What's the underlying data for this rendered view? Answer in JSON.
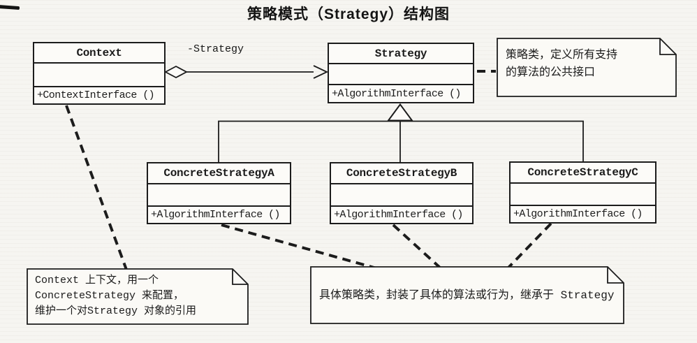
{
  "title": "策略模式（Strategy）结构图",
  "association": {
    "label": "-Strategy"
  },
  "classes": {
    "context": {
      "name": "Context",
      "method": "+ContextInterface ()"
    },
    "strategy": {
      "name": "Strategy",
      "method": "+AlgorithmInterface ()"
    },
    "concrete_a": {
      "name": "ConcreteStrategyA",
      "method": "+AlgorithmInterface ()"
    },
    "concrete_b": {
      "name": "ConcreteStrategyB",
      "method": "+AlgorithmInterface ()"
    },
    "concrete_c": {
      "name": "ConcreteStrategyC",
      "method": "+AlgorithmInterface ()"
    }
  },
  "notes": {
    "strategy_note": "策略类，定义所有支持\n的算法的公共接口",
    "context_note": "Context 上下文，用一个\nConcreteStrategy 来配置，\n维护一个对Strategy 对象的引用",
    "concrete_note": "具体策略类，封装了具体的算法或行为，继承于 Strategy"
  },
  "relationships": [
    {
      "from": "Context",
      "to": "Strategy",
      "type": "aggregation",
      "label": "-Strategy"
    },
    {
      "from": "ConcreteStrategyA",
      "to": "Strategy",
      "type": "inheritance"
    },
    {
      "from": "ConcreteStrategyB",
      "to": "Strategy",
      "type": "inheritance"
    },
    {
      "from": "ConcreteStrategyC",
      "to": "Strategy",
      "type": "inheritance"
    },
    {
      "from": "strategy_note",
      "to": "Strategy",
      "type": "note-attachment"
    },
    {
      "from": "context_note",
      "to": "Context",
      "type": "note-attachment"
    },
    {
      "from": "concrete_note",
      "to": "ConcreteStrategyA,ConcreteStrategyB,ConcreteStrategyC",
      "type": "note-attachment"
    }
  ],
  "icons": {
    "aggregation": "open-diamond",
    "navigability": "open-arrowhead",
    "inheritance": "hollow-triangle",
    "note_corner": "folded-corner"
  },
  "colors": {
    "background": "#f6f5f1",
    "line": "#1c1c1c",
    "box_fill": "#fcfbf8",
    "note_fill": "#fbfaf6",
    "text": "#1b1b1b"
  }
}
